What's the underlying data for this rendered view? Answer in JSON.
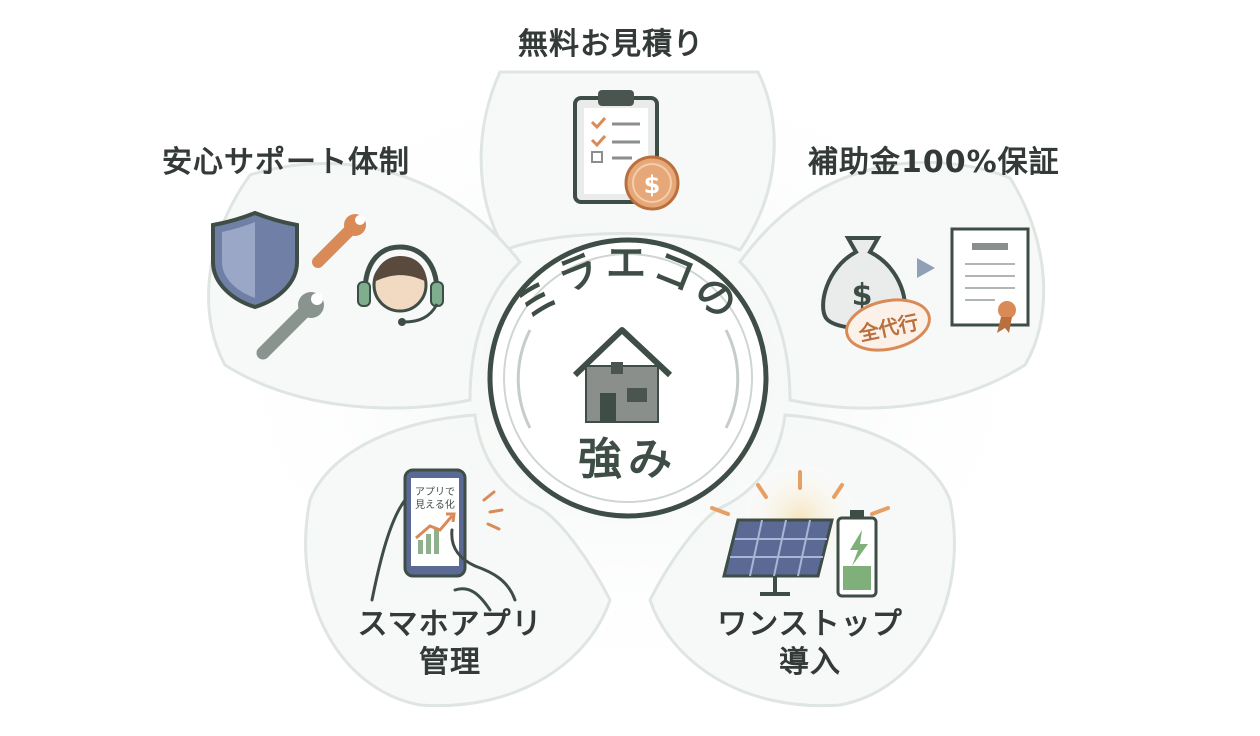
{
  "center": {
    "title_top": "ミラエコの",
    "title_bottom": "強み"
  },
  "petals": {
    "top": {
      "label": "無料お見積り"
    },
    "upper_left": {
      "label": "安心サポート体制"
    },
    "upper_right": {
      "label": "補助金100%保証"
    },
    "lower_left": {
      "label_line1": "スマホアプリ",
      "label_line2": "管理"
    },
    "lower_right": {
      "label_line1": "ワンストップ",
      "label_line2": "導入"
    }
  },
  "illustrations": {
    "phone_screen_line1": "アプリで",
    "phone_screen_line2": "見える化",
    "stamp_text": "全代行",
    "coin_symbol": "$",
    "bag_symbol": "$"
  },
  "colors": {
    "ring": "#3e4d45",
    "petal_stroke": "#dfe5e1",
    "shield_blue": "#6f7fa6",
    "accent_orange": "#d98a57",
    "house_gray": "#8a8f8c",
    "panel_blue": "#5a6a95",
    "battery_green": "#7fb07a"
  }
}
